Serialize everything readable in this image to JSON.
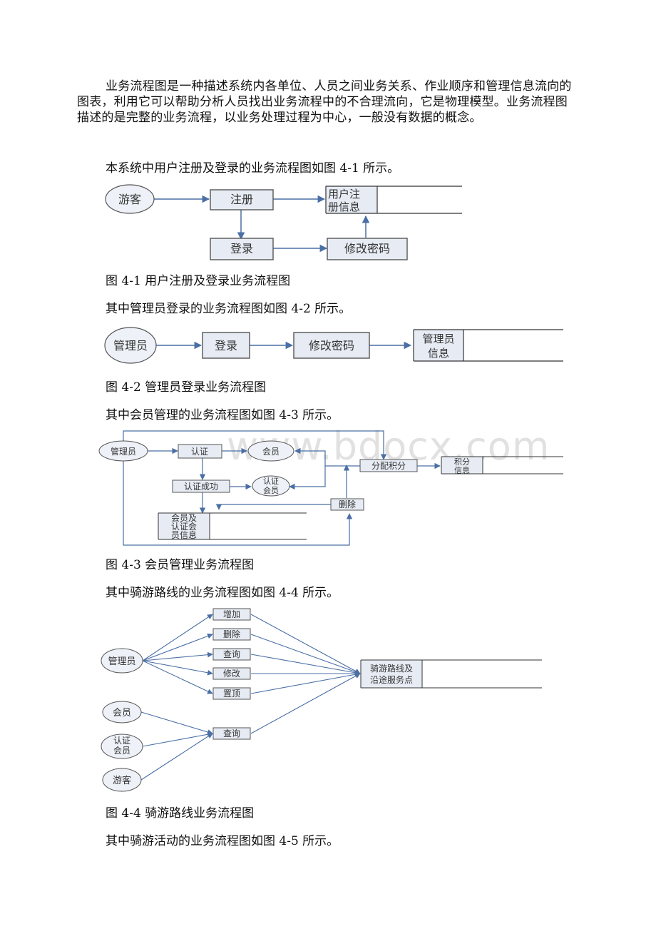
{
  "intro_paragraph": "业务流程图是一种描述系统内各单位、人员之间业务关系、作业顺序和管理信息流向的图表，利用它可以帮助分析人员找出业务流程中的不合理流向，它是物理模型。业务流程图描述的是完整的业务流程，以业务处理过程为中心，一般没有数据的概念。",
  "fig1": {
    "intro": "本系统中用户注册及登录的业务流程图如图 4-1 所示。",
    "caption": "图 4-1 用户注册及登录业务流程图",
    "visitor": "游客",
    "register": "注册",
    "login": "登录",
    "change_pwd": "修改密码",
    "store_l1": "用户注",
    "store_l2": "册信息"
  },
  "fig2": {
    "intro": "其中管理员登录的业务流程图如图 4-2 所示。",
    "caption": "图 4-2 管理员登录业务流程图",
    "admin": "管理员",
    "login": "登录",
    "change_pwd": "修改密码",
    "store_l1": "管理员",
    "store_l2": "信息"
  },
  "fig3": {
    "intro": "其中会员管理的业务流程图如图 4-3 所示。",
    "caption": "图 4-3 会员管理业务流程图",
    "admin": "管理员",
    "certify": "认证",
    "member": "会员",
    "certified_ok": "认证成功",
    "cert_member_l1": "认证",
    "cert_member_l2": "会员",
    "assign_points": "分配积分",
    "delete": "删除",
    "points_l1": "积分",
    "points_l2": "信息",
    "store_l1": "会员及",
    "store_l2": "认证会",
    "store_l3": "员信息"
  },
  "fig4": {
    "intro": "其中骑游路线的业务流程图如图 4-4 所示。",
    "caption": "图 4-4 骑游路线业务流程图",
    "admin": "管理员",
    "add": "增加",
    "delete": "删除",
    "query": "查询",
    "modify": "修改",
    "pin": "置顶",
    "member": "会员",
    "cert_member_l1": "认证",
    "cert_member_l2": "会员",
    "visitor": "游客",
    "query2": "查询",
    "store_l1": "骑游路线及",
    "store_l2": "沿途服务点"
  },
  "fig5_intro": "其中骑游活动的业务流程图如图 4-5 所示。",
  "watermark": "www.bdocx.com"
}
